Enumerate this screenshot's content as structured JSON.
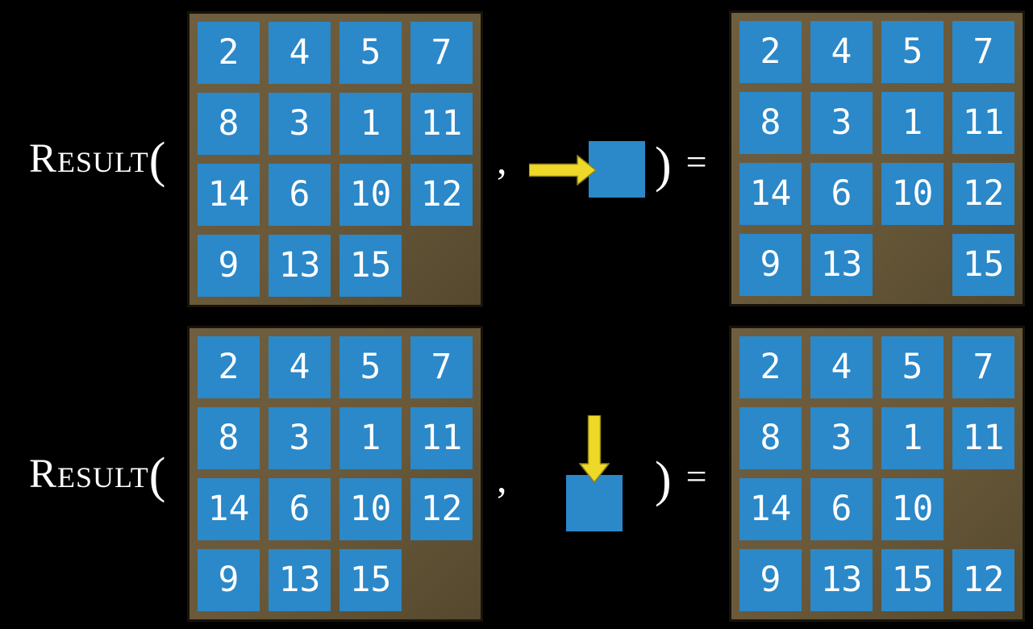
{
  "colors": {
    "background": "#000000",
    "tile_blue": "#2b88c9",
    "board_brown": "#69593a",
    "board_border": "#17130c",
    "arrow_yellow": "#efd928",
    "text": "#ffffff"
  },
  "rows": [
    {
      "label": "Result",
      "open_paren": "(",
      "comma": ",",
      "action": {
        "direction": "right",
        "icon": "arrow-right-into-tile"
      },
      "close_paren": ")",
      "equals": "=",
      "input_board": {
        "grid": [
          [
            "2",
            "4",
            "5",
            "7"
          ],
          [
            "8",
            "3",
            "1",
            "11"
          ],
          [
            "14",
            "6",
            "10",
            "12"
          ],
          [
            "9",
            "13",
            "15",
            ""
          ]
        ]
      },
      "output_board": {
        "grid": [
          [
            "2",
            "4",
            "5",
            "7"
          ],
          [
            "8",
            "3",
            "1",
            "11"
          ],
          [
            "14",
            "6",
            "10",
            "12"
          ],
          [
            "9",
            "13",
            "",
            "15"
          ]
        ]
      }
    },
    {
      "label": "Result",
      "open_paren": "(",
      "comma": ",",
      "action": {
        "direction": "down",
        "icon": "arrow-down-into-tile"
      },
      "close_paren": ")",
      "equals": "=",
      "input_board": {
        "grid": [
          [
            "2",
            "4",
            "5",
            "7"
          ],
          [
            "8",
            "3",
            "1",
            "11"
          ],
          [
            "14",
            "6",
            "10",
            "12"
          ],
          [
            "9",
            "13",
            "15",
            ""
          ]
        ]
      },
      "output_board": {
        "grid": [
          [
            "2",
            "4",
            "5",
            "7"
          ],
          [
            "8",
            "3",
            "1",
            "11"
          ],
          [
            "14",
            "6",
            "10",
            ""
          ],
          [
            "9",
            "13",
            "15",
            "12"
          ]
        ]
      }
    }
  ]
}
